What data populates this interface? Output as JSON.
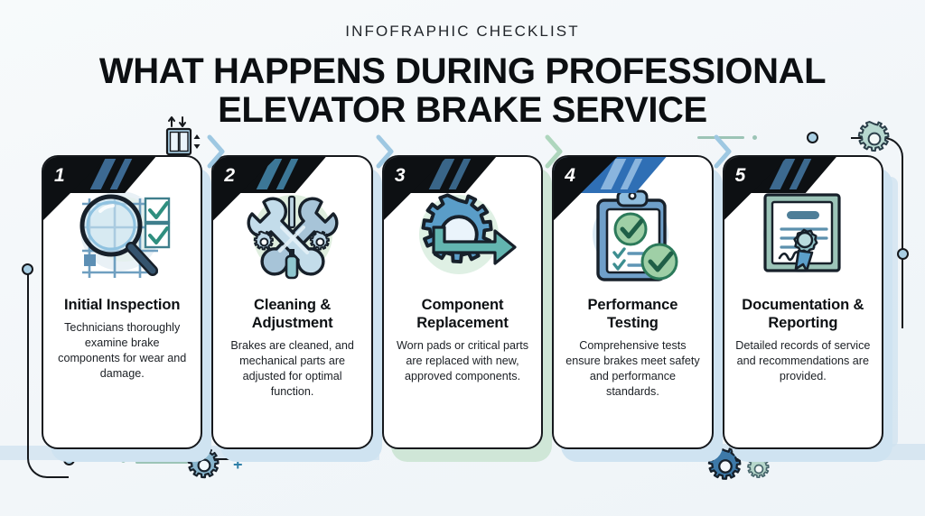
{
  "header": {
    "eyebrow": "INFOFRAPHIC CHECKLIST",
    "title_line1": "WHAT HAPPENS DURING PROFESSIONAL",
    "title_line2": "ELEVATOR BRAKE SERVICE"
  },
  "colors": {
    "background": "#f5f8fa",
    "ink": "#0d1013",
    "card_border": "#15181c",
    "shadow_blue": "#cfe3f1",
    "shadow_green": "#cfe6d7",
    "accent_blue": "#2f6fb5",
    "accent_teal": "#4a9aa8",
    "accent_green": "#8fc4a4",
    "node_fill": "#a9cfe4"
  },
  "steps": [
    {
      "number": "1",
      "title": "Initial Inspection",
      "description": "Technicians thoroughly examine brake components for wear and damage.",
      "icon": "magnifying-glass-checklist-icon",
      "tint": "blue",
      "tab_style": "black"
    },
    {
      "number": "2",
      "title": "Cleaning & Adjustment",
      "description": "Brakes are cleaned, and mechanical parts are adjusted for optimal function.",
      "icon": "crossed-wrenches-icon",
      "tint": "blue",
      "tab_style": "black"
    },
    {
      "number": "3",
      "title": "Component Replacement",
      "description": "Worn pads or critical parts are replaced with new, approved components.",
      "icon": "gear-arrow-icon",
      "tint": "green",
      "tab_style": "black"
    },
    {
      "number": "4",
      "title": "Performance Testing",
      "description": "Comprehensive tests ensure brakes meet safety and performance standards.",
      "icon": "clipboard-check-icon",
      "tint": "blue",
      "tab_style": "blue"
    },
    {
      "number": "5",
      "title": "Documentation & Reporting",
      "description": "Detailed records of service and recommendations are provided.",
      "icon": "certificate-award-icon",
      "tint": "blue",
      "tab_style": "black"
    }
  ],
  "decorations": {
    "elevator_icon": "elevator-icon",
    "chevron_icon": "chevron-right-icon",
    "gear_top_right": "gear-icon",
    "gear_bottom_left": "gear-icon",
    "gear_bottom_right_large": "gear-icon",
    "gear_bottom_right_small": "gear-icon",
    "plus_mark": "+"
  }
}
